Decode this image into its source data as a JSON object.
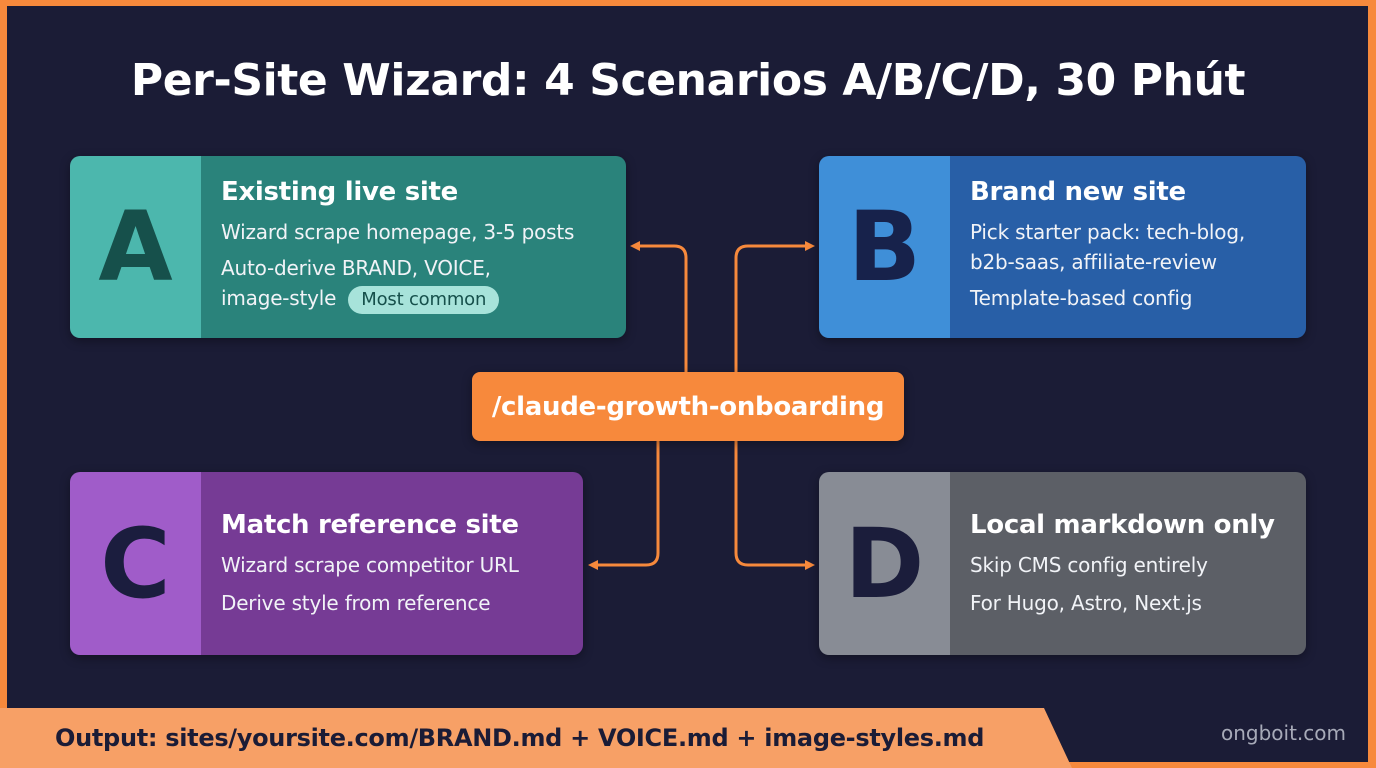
{
  "title": "Per-Site Wizard: 4 Scenarios A/B/C/D, 30 Phút",
  "center_node": "/claude-growth-onboarding",
  "scenarios": {
    "a": {
      "letter": "A",
      "title": "Existing live site",
      "lines": [
        "Wizard scrape homepage, 3-5 posts",
        "Auto-derive BRAND, VOICE,",
        "image-style"
      ],
      "badge": "Most common"
    },
    "b": {
      "letter": "B",
      "title": "Brand new site",
      "lines": [
        "Pick starter pack: tech-blog,",
        "b2b-saas, affiliate-review",
        "Template-based config"
      ]
    },
    "c": {
      "letter": "C",
      "title": "Match reference site",
      "lines": [
        "Wizard scrape competitor URL",
        "Derive style from reference"
      ]
    },
    "d": {
      "letter": "D",
      "title": "Local markdown only",
      "lines": [
        "Skip CMS config entirely",
        "For Hugo, Astro, Next.js"
      ]
    }
  },
  "footer": {
    "output": "Output: sites/yoursite.com/BRAND.md + VOICE.md + image-styles.md",
    "brand": "ongboit.com"
  },
  "colors": {
    "background": "#1b1c36",
    "frame": "#f7893c",
    "connector": "#f7893c",
    "footer_bar": "#f7a066",
    "a_accent": "#4cb7ad",
    "b_accent": "#3f8fd8",
    "c_accent": "#a05cc9",
    "d_accent": "#888c95"
  }
}
